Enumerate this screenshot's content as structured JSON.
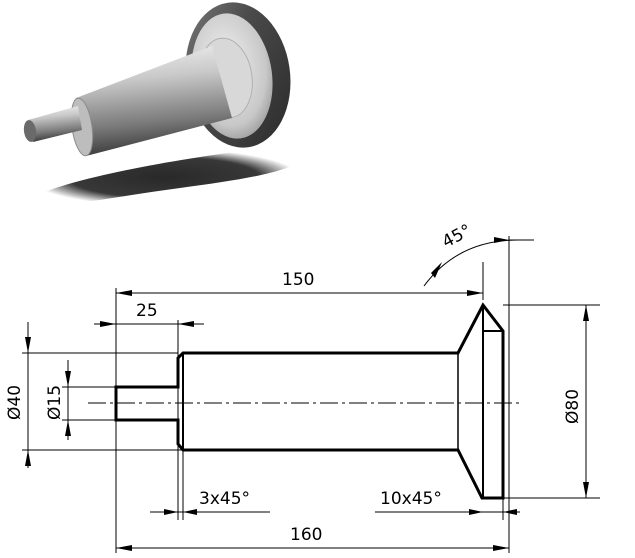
{
  "dimensions": {
    "overall_length": "160",
    "length_to_flange": "150",
    "pin_length": "25",
    "chamfer_small": "3x45°",
    "chamfer_large": "10x45°",
    "angle": "45°",
    "dia_body": "Ø40",
    "dia_pin": "Ø15",
    "dia_flange": "Ø80"
  },
  "colors": {
    "line": "#000000",
    "render_light": "#f2f2f2",
    "render_mid": "#9a9a9a",
    "render_dark": "#3a3a3a",
    "shadow": "#1a1a1a"
  }
}
